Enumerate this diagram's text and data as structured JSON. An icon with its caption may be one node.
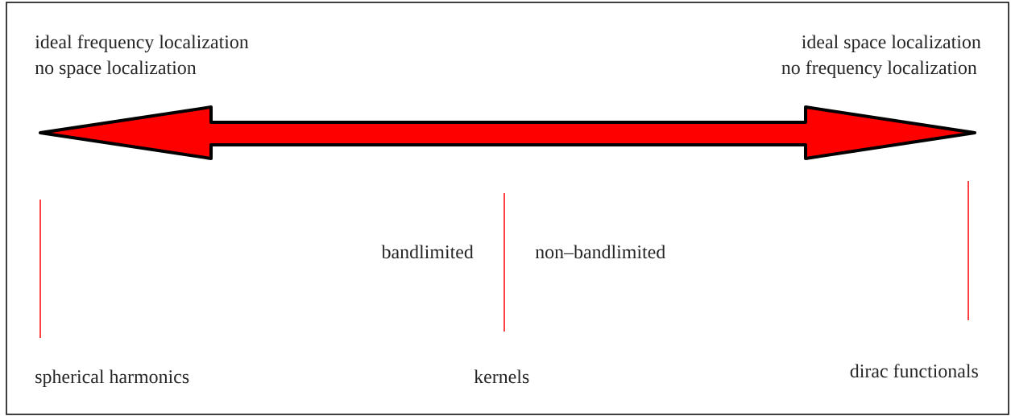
{
  "diagram": {
    "labels": [
      "ideal frequency localization",
      "no space localization",
      "ideal space localization",
      "no frequency localization",
      "bandlimited",
      "non–bandlimited",
      "spherical harmonics",
      "kernels",
      "dirac functionals"
    ]
  }
}
